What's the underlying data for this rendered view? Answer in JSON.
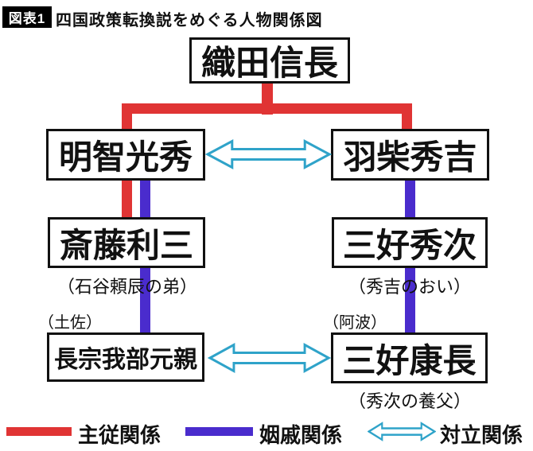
{
  "header": {
    "badge": "図表1",
    "title": "四国政策転換説をめぐる人物関係図"
  },
  "nodes": {
    "nobunaga": {
      "label": "織田信長"
    },
    "akechi": {
      "label": "明智光秀"
    },
    "hashiba": {
      "label": "羽柴秀吉"
    },
    "saito": {
      "label": "斎藤利三",
      "note": "（石谷頼辰の弟）"
    },
    "hidetsugu": {
      "label": "三好秀次",
      "note": "（秀吉のおい）"
    },
    "chosokabe": {
      "label": "長宗我部元親",
      "region": "（土佐）"
    },
    "yasunaga": {
      "label": "三好康長",
      "region": "（阿波）",
      "note": "（秀次の養父）"
    }
  },
  "edges": [
    {
      "from": "織田信長",
      "to": "明智光秀",
      "type": "主従関係"
    },
    {
      "from": "織田信長",
      "to": "羽柴秀吉",
      "type": "主従関係"
    },
    {
      "from": "明智光秀",
      "to": "斎藤利三",
      "type": "主従関係"
    },
    {
      "from": "明智光秀",
      "to": "斎藤利三",
      "type": "姻戚関係"
    },
    {
      "from": "斎藤利三",
      "to": "長宗我部元親",
      "type": "姻戚関係"
    },
    {
      "from": "羽柴秀吉",
      "to": "三好秀次",
      "type": "姻戚関係"
    },
    {
      "from": "三好秀次",
      "to": "三好康長",
      "type": "姻戚関係"
    },
    {
      "from": "明智光秀",
      "to": "羽柴秀吉",
      "type": "対立関係"
    },
    {
      "from": "長宗我部元親",
      "to": "三好康長",
      "type": "対立関係"
    }
  ],
  "legend": {
    "master_servant": "主従関係",
    "marriage": "姻戚関係",
    "opposition": "対立関係"
  },
  "colors": {
    "master_servant_red": "#e03434",
    "marriage_purple": "#4a2ccd",
    "opposition_cyan": "#2fa3c9",
    "box_border": "#111111",
    "background": "#ffffff"
  }
}
